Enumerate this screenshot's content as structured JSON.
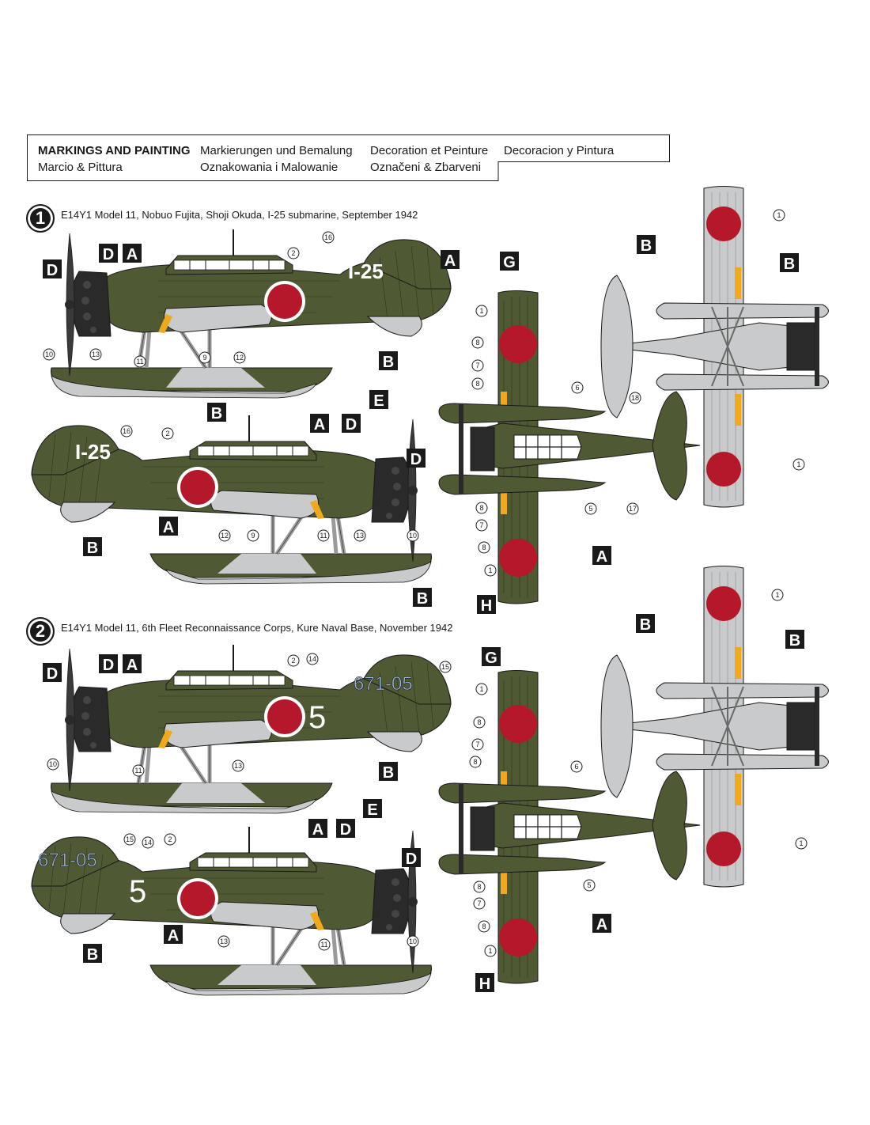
{
  "header": {
    "cells": [
      {
        "id": "en",
        "text": "MARKINGS AND PAINTING"
      },
      {
        "id": "de",
        "text": "Markierungen und Bemalung"
      },
      {
        "id": "fr",
        "text": "Decoration et Peinture"
      },
      {
        "id": "es",
        "text": "Decoracion y Pintura"
      },
      {
        "id": "it",
        "text": "Marcio & Pittura"
      },
      {
        "id": "pl",
        "text": "Oznakowania i Malowanie"
      },
      {
        "id": "cz",
        "text": "Označeni & Zbarveni"
      }
    ]
  },
  "schemes": [
    {
      "number": "1",
      "caption": "E14Y1 Model 11, Nobuo Fujita, Shoji Okuda, I-25 submarine, September 1942",
      "tail_code": "I-25",
      "fuselage_number": ""
    },
    {
      "number": "2",
      "caption": "E14Y1 Model 11, 6th Fleet Reconnaissance Corps, Kure Naval Base, November 1942",
      "tail_code": "671-05",
      "fuselage_number": "5"
    }
  ],
  "colors": {
    "olive": "#4f5a34",
    "olive_dark": "#3e472a",
    "grey": "#c9cacb",
    "hinomaru": "#b4182a",
    "yellow": "#f0a81c",
    "black": "#1a1a1a",
    "blue_code": "#9cb7e0"
  },
  "labels": {
    "A": "A",
    "B": "B",
    "D": "D",
    "E": "E",
    "G": "G",
    "H": "H"
  },
  "callouts": {
    "n1": "1",
    "n2": "2",
    "n5": "5",
    "n6": "6",
    "n7": "7",
    "n8": "8",
    "n9": "9",
    "n10": "10",
    "n11": "11",
    "n12": "12",
    "n13": "13",
    "n14": "14",
    "n15": "15",
    "n16": "16",
    "n17": "17",
    "n18": "18"
  }
}
